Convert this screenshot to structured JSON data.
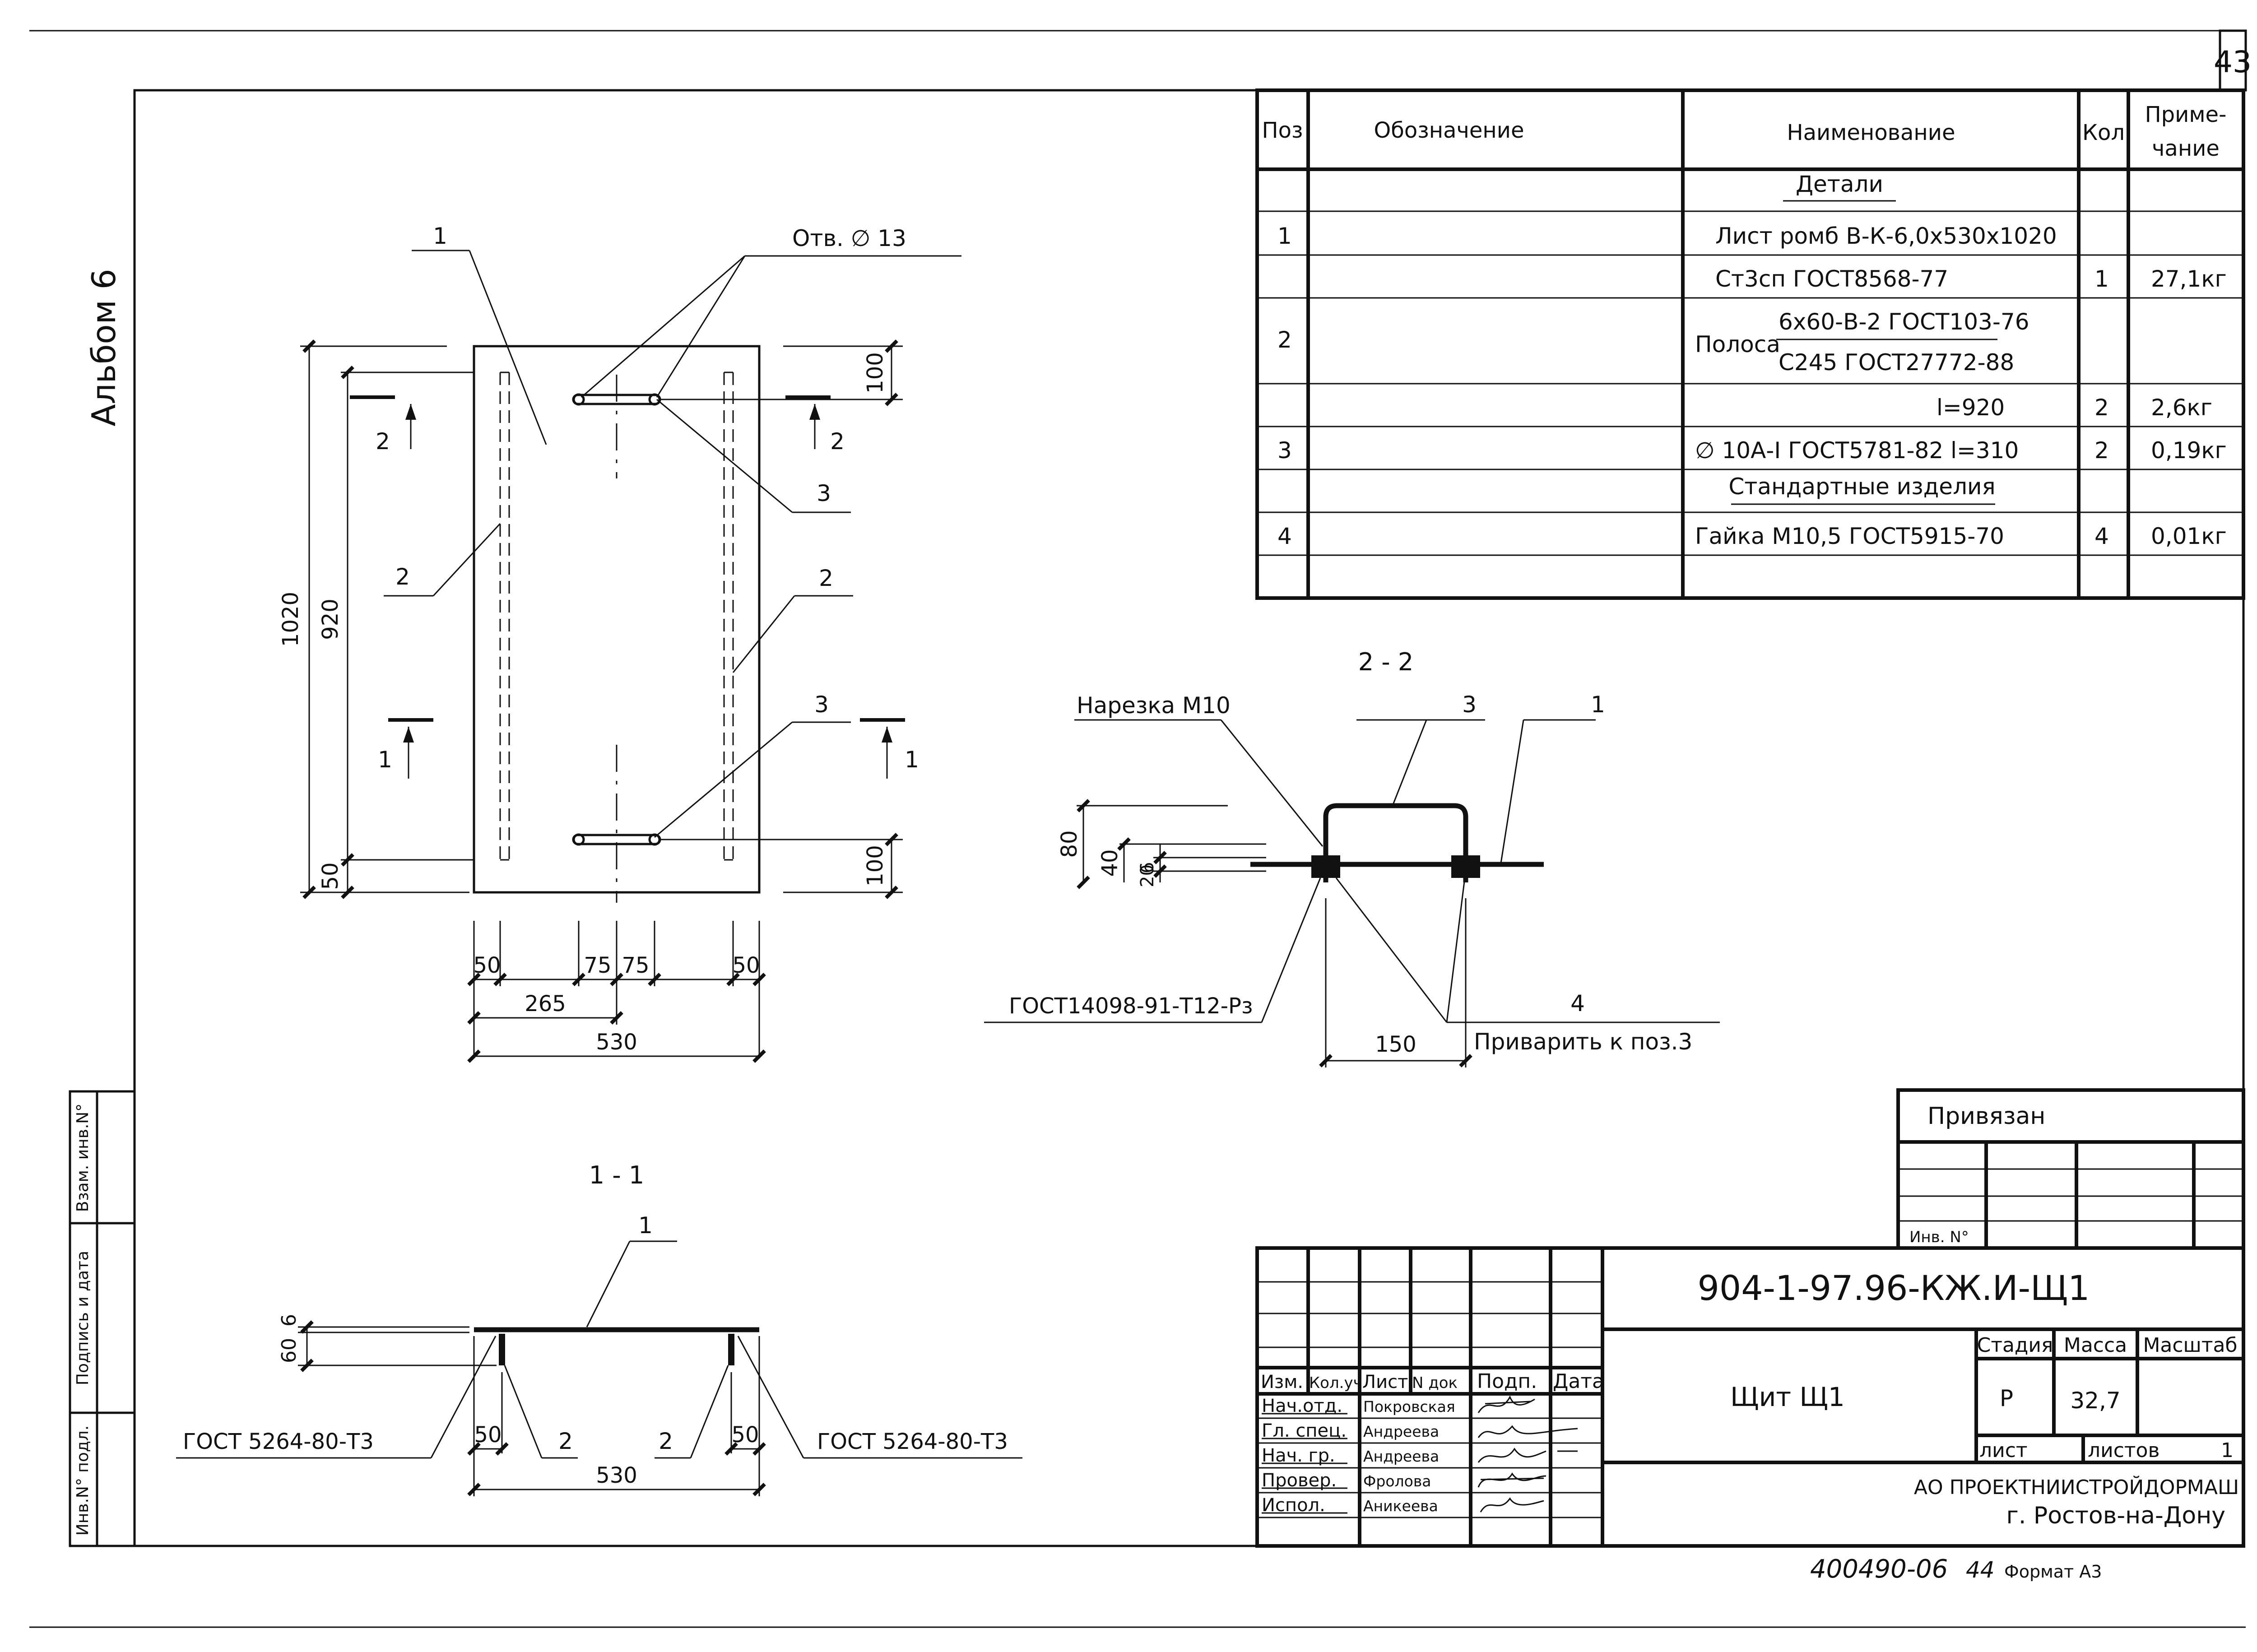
{
  "sheet_number": "43",
  "album_label": "Альбом 6",
  "spec_table": {
    "headers": [
      "Поз",
      "Обозначение",
      "Наименование",
      "Кол",
      "Приме-",
      "чание"
    ],
    "rows": [
      {
        "pos": "",
        "name": "Детали",
        "qty": "",
        "note": "",
        "section": true
      },
      {
        "pos": "1",
        "name": "Лист ромб В-К-6,0х530х1020",
        "qty": "",
        "note": ""
      },
      {
        "pos": "",
        "name": "Ст3сп ГОСТ8568-77",
        "qty": "1",
        "note": "27,1кг"
      },
      {
        "pos": "2",
        "name_prefix": "Полоса",
        "name_top": "6х60-В-2 ГОСТ103-76",
        "name_bottom": "С245 ГОСТ27772-88",
        "qty": "",
        "note": ""
      },
      {
        "pos": "",
        "name": "l=920",
        "qty": "2",
        "note": "2,6кг"
      },
      {
        "pos": "3",
        "name": "∅ 10А-I ГОСТ5781-82 l=310",
        "qty": "2",
        "note": "0,19кг"
      },
      {
        "pos": "",
        "name": "Стандартные изделия",
        "qty": "",
        "note": "",
        "section": true
      },
      {
        "pos": "4",
        "name": "Гайка М10,5 ГОСТ5915-70",
        "qty": "4",
        "note": "0,01кг"
      },
      {
        "pos": "",
        "name": "",
        "qty": "",
        "note": ""
      }
    ]
  },
  "plan_view": {
    "hole_label": "Отв. ∅ 13",
    "pos_labels": [
      "1",
      "2",
      "2",
      "3",
      "3"
    ],
    "section_marks": [
      "2",
      "2",
      "1",
      "1"
    ],
    "dims_vertical": [
      "1020",
      "920",
      "50",
      "100",
      "100"
    ],
    "dims_horizontal": [
      "50",
      "75",
      "75",
      "50",
      "265",
      "530"
    ]
  },
  "section_1_1": {
    "title": "1 - 1",
    "pos_labels": [
      "1",
      "2",
      "2"
    ],
    "dims": [
      "60",
      "6",
      "50",
      "50",
      "530"
    ],
    "weld_left": "ГОСТ 5264-80-Т3",
    "weld_right": "ГОСТ 5264-80-Т3"
  },
  "section_2_2": {
    "title": "2 - 2",
    "thread_label": "Нарезка М10",
    "pos_labels": [
      "3",
      "1",
      "4"
    ],
    "dims": [
      "80",
      "40",
      "20",
      "6",
      "150"
    ],
    "weld_label": "ГОСТ14098-91-Т12-Рз",
    "weld_note": "Приварить к поз.3"
  },
  "title_block": {
    "privyazan": "Привязан",
    "inv_no": "Инв. N°",
    "designation": "904-1-97.96-КЖ.И-Щ1",
    "sheet_title": "Щит Щ1",
    "col_headers": [
      "Изм.",
      "Кол.уч",
      "Лист",
      "N док",
      "Подп.",
      "Дата"
    ],
    "roles": [
      "Нач.отд.",
      "Гл. спец.",
      "Нач. гр.",
      "Провер.",
      "Испол."
    ],
    "names": [
      "Покровская",
      "Андреева",
      "Андреева",
      "Фролова",
      "Аникеева"
    ],
    "stage_label": "Стадия",
    "mass_label": "Масса",
    "scale_label": "Масштаб",
    "stage": "Р",
    "mass": "32,7",
    "list_label": "лист",
    "lists_label": "листов",
    "lists_value": "1",
    "org_line1": "АО ПРОЕКТНИИСТРОЙДОРМАШ",
    "org_line2": "г. Ростов-на-Дону"
  },
  "side_stamps": [
    "Взам. инв.N°",
    "Подпись и дата",
    "Инв.N° подл."
  ],
  "footer": {
    "archive_no": "400490-06",
    "archive_sheet": "44",
    "format": "Формат А3"
  }
}
